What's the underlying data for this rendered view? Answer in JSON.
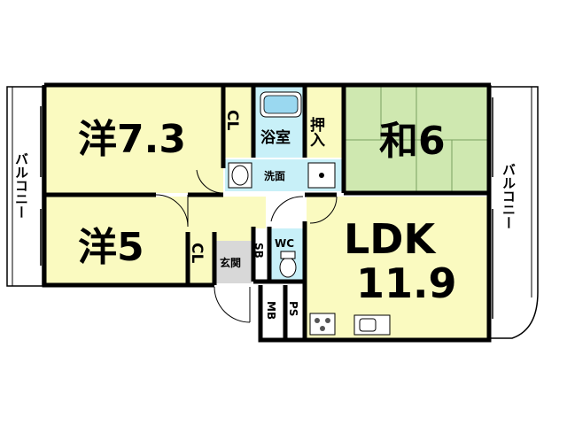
{
  "rooms": {
    "western1": "洋7.3",
    "western2": "洋5",
    "japanese": "和6",
    "ldk_line1": "LDK",
    "ldk_line2": "11.9",
    "bath": "浴室",
    "washroom": "洗面",
    "oshiire": "押入",
    "closet1": "CL",
    "closet2": "CL",
    "genkan": "玄関",
    "shoebox": "SB",
    "wc": "WC",
    "mb": "MB",
    "ps": "PS"
  },
  "balconies": {
    "left": "バルコニー",
    "right": "バルコニー"
  },
  "colors": {
    "western_floor": "#fafac0",
    "japanese_floor": "#cfe8b0",
    "wet_area": "#c8f0f8",
    "genkan_floor": "#d8d8d8",
    "wall": "#000000"
  }
}
